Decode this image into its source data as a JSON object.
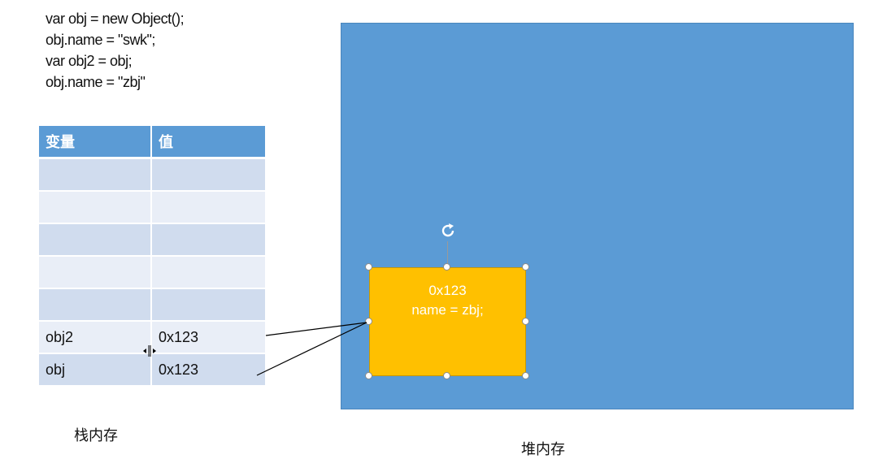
{
  "code": {
    "lines": [
      "var obj = new Object();",
      "obj.name = \"swk\";",
      "var obj2 = obj;",
      "obj.name = \"zbj\""
    ]
  },
  "stack_table": {
    "headers": [
      "变量",
      "值"
    ],
    "rows": [
      [
        "",
        ""
      ],
      [
        "",
        ""
      ],
      [
        "",
        ""
      ],
      [
        "",
        ""
      ],
      [
        "",
        ""
      ],
      [
        "obj2",
        "0x123"
      ],
      [
        "obj",
        "0x123"
      ]
    ]
  },
  "labels": {
    "stack": "栈内存",
    "heap": "堆内存"
  },
  "heap_object": {
    "address": "0x123",
    "content": "name = zbj;"
  },
  "icons": [
    "rotate-icon",
    "resize-column-cursor-icon"
  ],
  "colors": {
    "heap_fill": "#5b9bd5",
    "object_fill": "#ffc000",
    "table_header": "#5b9bd5",
    "table_row_dark": "#d0dcee",
    "table_row_light": "#e9eef7"
  }
}
